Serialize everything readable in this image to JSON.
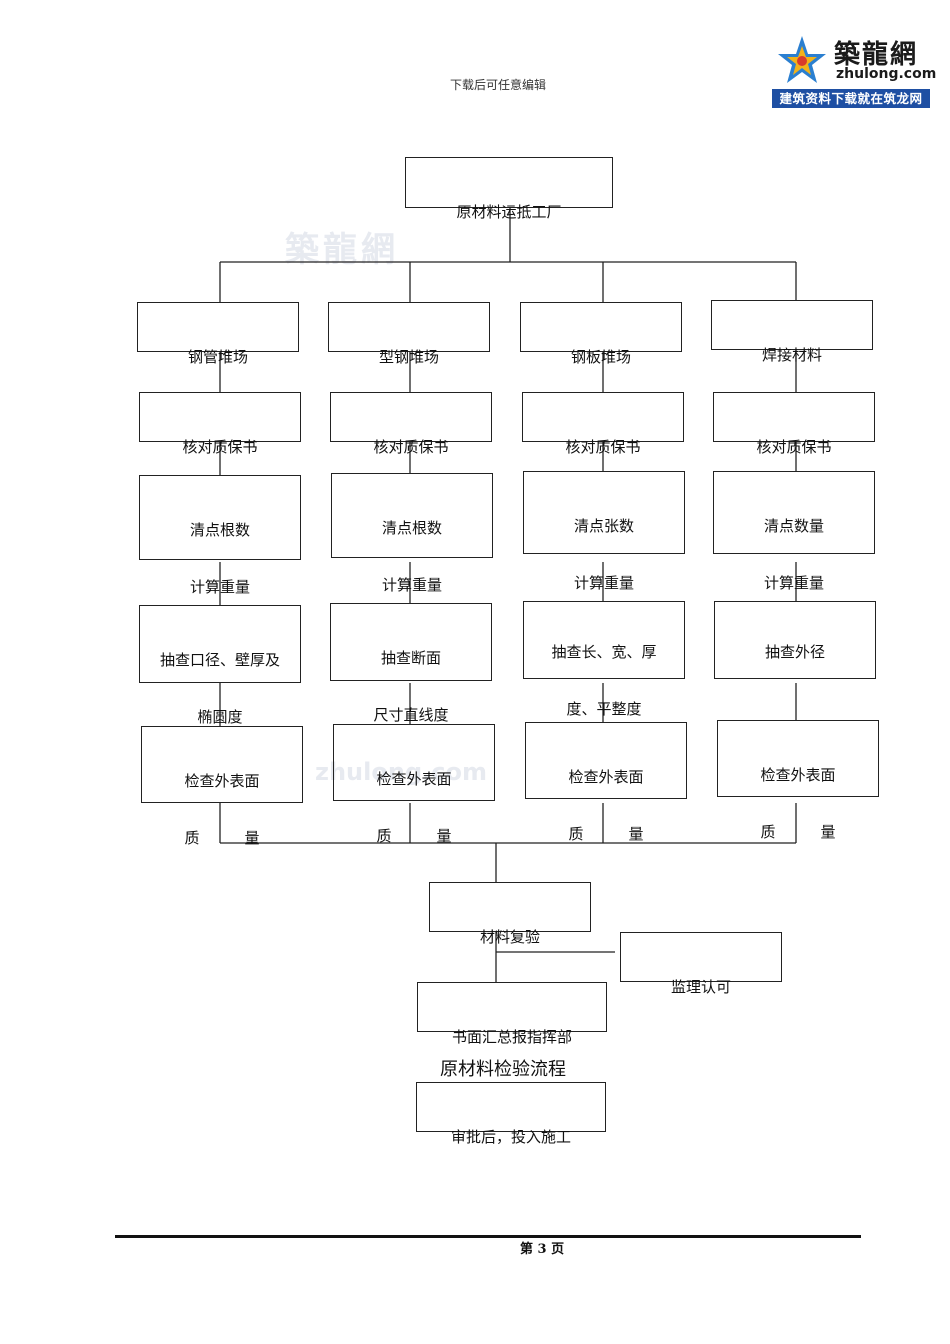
{
  "header_note": "下载后可任意编辑",
  "logo": {
    "name": "築龍網",
    "domain": "zhulong.com",
    "slogan": "建筑资料下载就在筑龙网"
  },
  "watermarks": [
    "築龍網",
    "zhulong.com"
  ],
  "diagram": {
    "caption": "原材料检验流程",
    "nodes": {
      "root": {
        "lines": [
          "原材料运抵工厂"
        ]
      },
      "c1_yard": {
        "lines": [
          "钢管堆场"
        ]
      },
      "c2_yard": {
        "lines": [
          "型钢堆场"
        ]
      },
      "c3_yard": {
        "lines": [
          "钢板堆场"
        ]
      },
      "c4_yard": {
        "lines": [
          "焊接材料"
        ]
      },
      "c1_cert": {
        "lines": [
          "核对质保书"
        ]
      },
      "c2_cert": {
        "lines": [
          "核对质保书"
        ]
      },
      "c3_cert": {
        "lines": [
          "核对质保书"
        ]
      },
      "c4_cert": {
        "lines": [
          "核对质保书"
        ]
      },
      "c1_count": {
        "lines": [
          "清点根数",
          "计算重量"
        ]
      },
      "c2_count": {
        "lines": [
          "清点根数",
          "计算重量"
        ]
      },
      "c3_count": {
        "lines": [
          "清点张数",
          "计算重量"
        ]
      },
      "c4_count": {
        "lines": [
          "清点数量",
          "计算重量"
        ]
      },
      "c1_check": {
        "lines": [
          "抽查口径、壁厚及",
          "椭圆度"
        ]
      },
      "c2_check": {
        "lines": [
          "抽查断面",
          "尺寸直线度"
        ]
      },
      "c3_check": {
        "lines": [
          "抽查长、宽、厚",
          "度、平整度"
        ]
      },
      "c4_check": {
        "lines": [
          "抽查外径"
        ]
      },
      "c1_surface": {
        "lines": [
          "检查外表面",
          "质　　　量"
        ]
      },
      "c2_surface": {
        "lines": [
          "检查外表面",
          "质　　　量"
        ]
      },
      "c3_surface": {
        "lines": [
          "检查外表面",
          "质　　　量"
        ]
      },
      "c4_surface": {
        "lines": [
          "检查外表面",
          "质　　　量"
        ]
      },
      "retest": {
        "lines": [
          "材料复验"
        ]
      },
      "supervisor": {
        "lines": [
          "监理认可"
        ]
      },
      "summary": {
        "lines": [
          "书面汇总报指挥部"
        ]
      },
      "approval": {
        "lines": [
          "审批后，投入施工"
        ]
      }
    }
  },
  "footer": {
    "page": "第 3 页"
  },
  "colors": {
    "line": "#222222",
    "logo_blue": "#1e4fa3"
  }
}
